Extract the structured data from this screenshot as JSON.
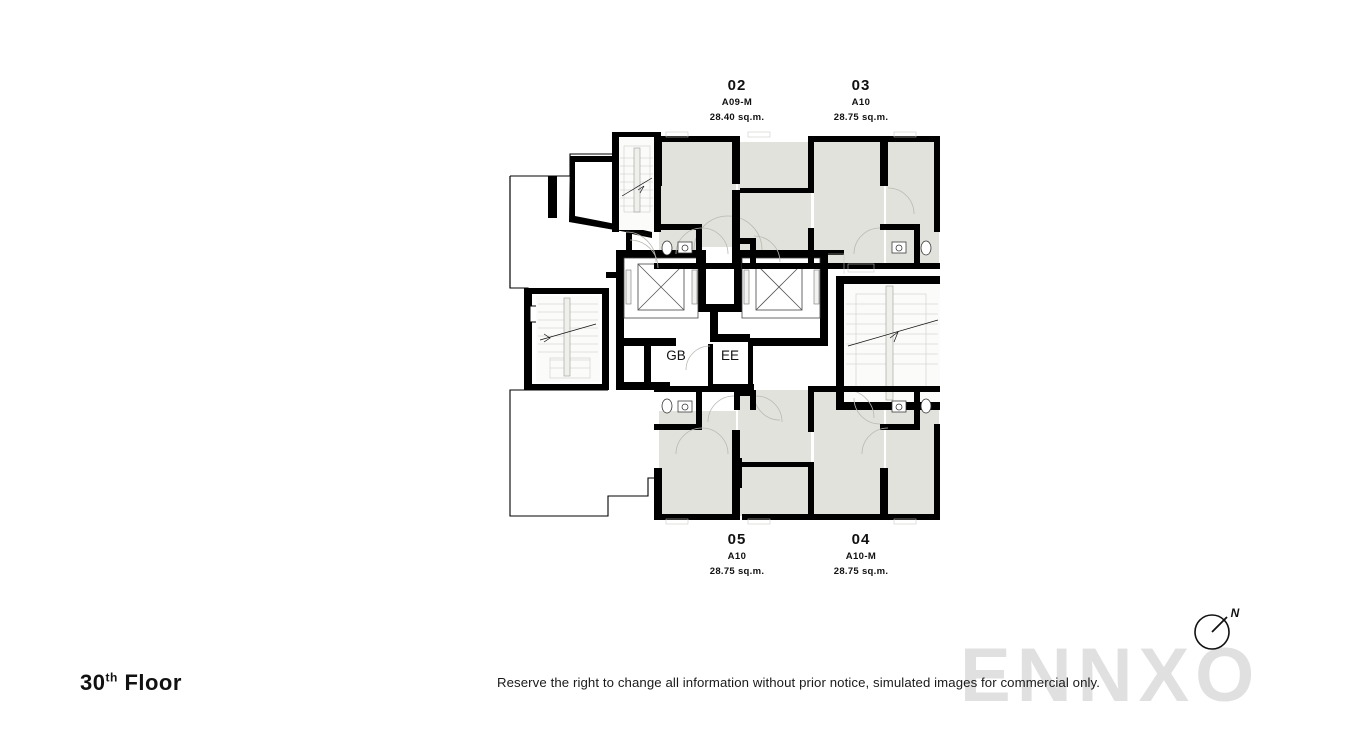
{
  "document": {
    "floor_title_number": "30",
    "floor_title_ordinal": "th",
    "floor_title_word": "Floor",
    "disclaimer": "Reserve the right to change all information without prior notice, simulated images for commercial only.",
    "watermark": "ENNXO"
  },
  "compass": {
    "north_label": "N"
  },
  "units": [
    {
      "number": "02",
      "type": "A09-M",
      "area": "28.40 sq.m.",
      "position": "top-left"
    },
    {
      "number": "03",
      "type": "A10",
      "area": "28.75 sq.m.",
      "position": "top-right"
    },
    {
      "number": "05",
      "type": "A10",
      "area": "28.75 sq.m.",
      "position": "bottom-left"
    },
    {
      "number": "04",
      "type": "A10-M",
      "area": "28.75 sq.m.",
      "position": "bottom-right"
    }
  ],
  "core_rooms": [
    {
      "label": "GB",
      "name": "garbage-room"
    },
    {
      "label": "EE",
      "name": "electrical-room"
    }
  ],
  "colors": {
    "unit_fill": "#e2e2dc",
    "wall": "#000000",
    "background": "#ffffff",
    "watermark": "#e0e0e0",
    "text": "#111111"
  }
}
